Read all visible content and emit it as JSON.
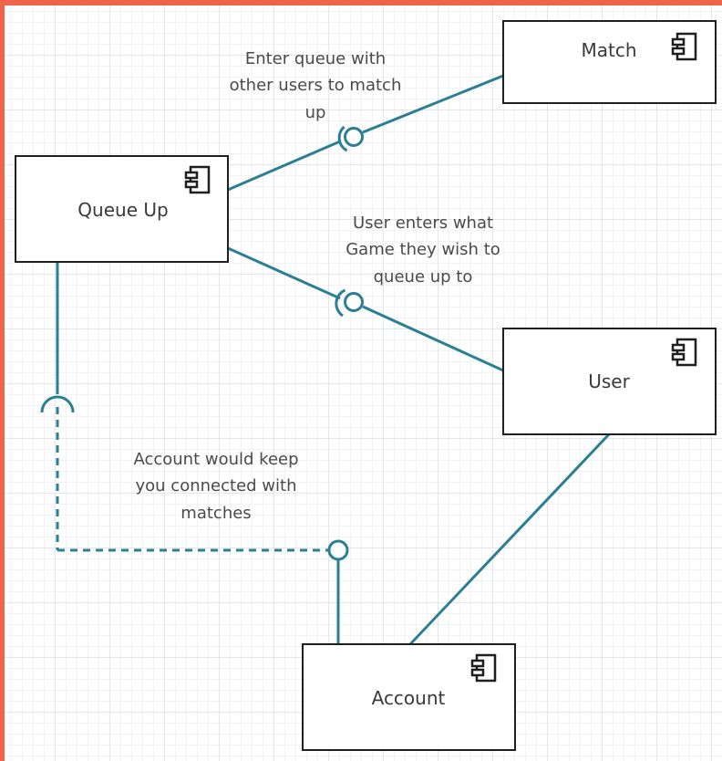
{
  "colors": {
    "frame": "#f06449",
    "connector": "#2b7f95",
    "box_stroke": "#1f1f1f",
    "text": "#3a3a3a"
  },
  "components": {
    "match": {
      "label": "Match",
      "icon": "uml-component-icon"
    },
    "queue_up": {
      "label": "Queue Up",
      "icon": "uml-component-icon"
    },
    "user": {
      "label": "User",
      "icon": "uml-component-icon"
    },
    "account": {
      "label": "Account",
      "icon": "uml-component-icon"
    }
  },
  "annotations": {
    "queue_to_match": [
      "Enter queue with",
      "other users to match",
      "up"
    ],
    "user_to_queue": [
      "User enters what",
      "Game they wish to",
      "queue up to"
    ],
    "account_to_queue": [
      "Account would keep",
      "you connected with",
      "matches"
    ]
  }
}
